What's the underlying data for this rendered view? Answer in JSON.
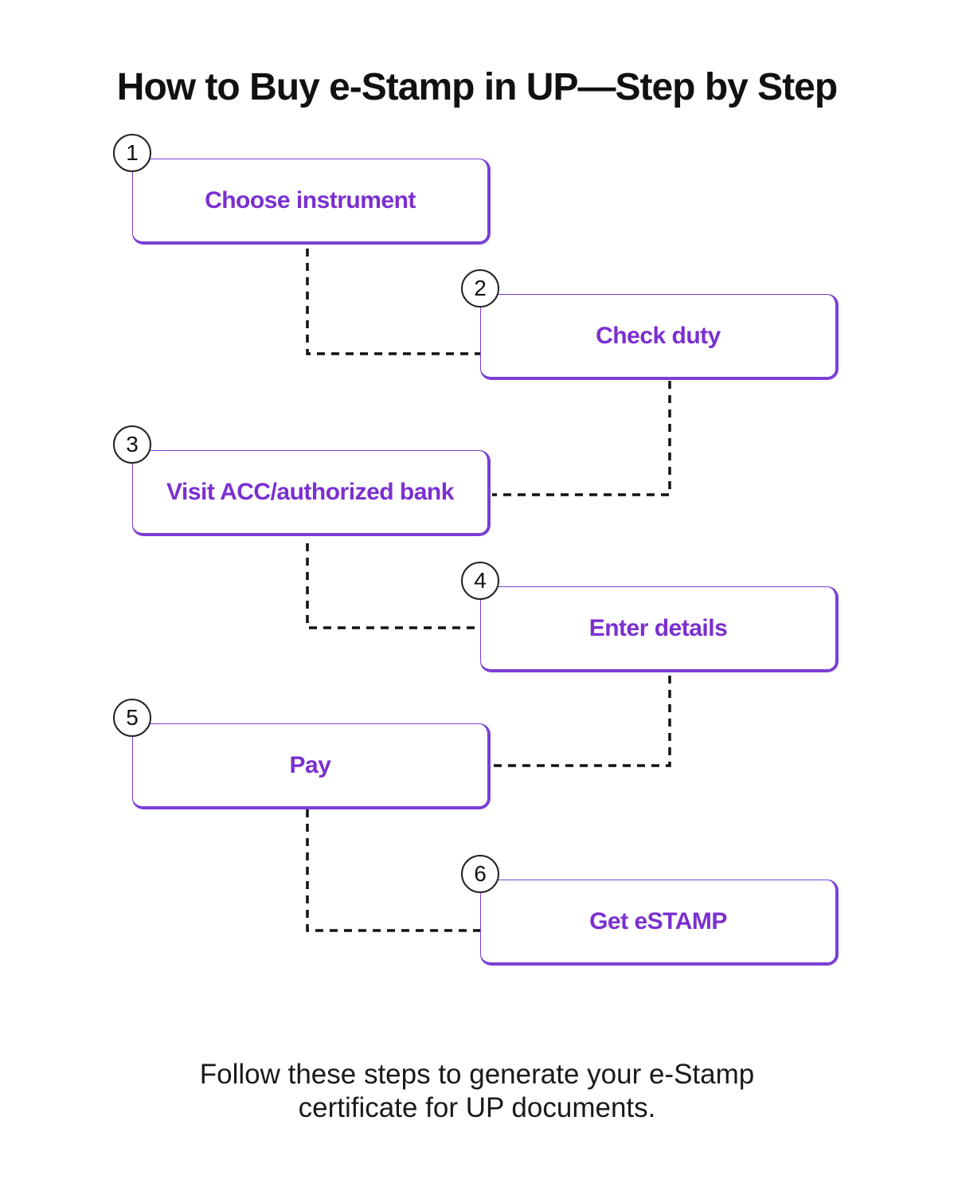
{
  "title": "How to Buy e-Stamp in UP—Step by Step",
  "accent_color": "#7b2fd0",
  "steps": [
    {
      "number": "1",
      "label": "Choose instrument"
    },
    {
      "number": "2",
      "label": "Check duty"
    },
    {
      "number": "3",
      "label": "Visit ACC/authorized bank"
    },
    {
      "number": "4",
      "label": "Enter details"
    },
    {
      "number": "5",
      "label": "Pay"
    },
    {
      "number": "6",
      "label": "Get eSTAMP"
    }
  ],
  "caption": {
    "line1": "Follow these steps to generate your e-Stamp",
    "line2": "certificate for UP documents."
  }
}
